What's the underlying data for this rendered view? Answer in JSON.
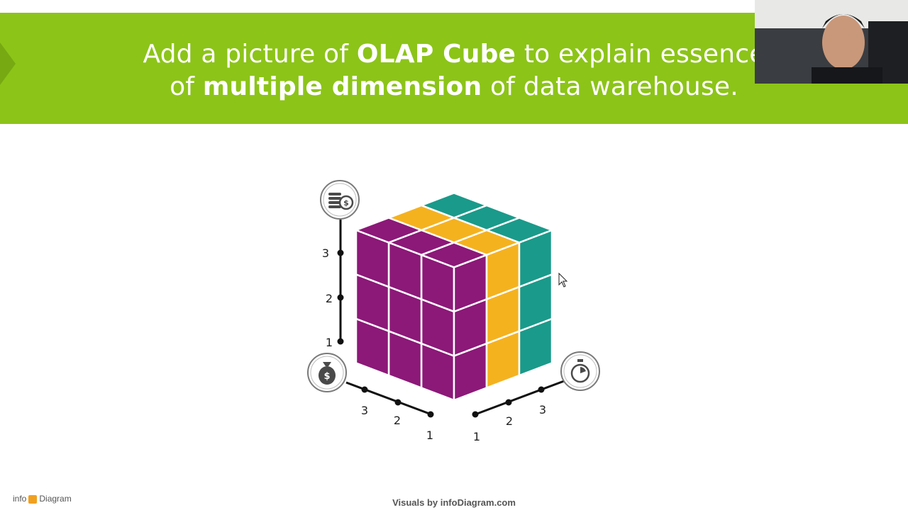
{
  "slide": {
    "title_parts": [
      {
        "text": "Add a picture of ",
        "bold": false
      },
      {
        "text": "OLAP Cube",
        "bold": true
      },
      {
        "text": " to explain essence",
        "bold": false
      },
      {
        "text": "of ",
        "bold": false
      },
      {
        "text": "multiple dimension",
        "bold": true
      },
      {
        "text": " of data warehouse.",
        "bold": false
      }
    ],
    "colors": {
      "banner": "#8cc418",
      "purple": "#8c1878",
      "yellow": "#f5b21f",
      "teal": "#1a9a8a"
    }
  },
  "cube": {
    "vertical_axis": {
      "labels": [
        "3",
        "2",
        "1"
      ],
      "icon": "coins-dollar-icon"
    },
    "left_axis": {
      "labels": [
        "3",
        "2",
        "1"
      ],
      "icon": "money-bag-icon"
    },
    "right_axis": {
      "labels": [
        "1",
        "2",
        "3"
      ],
      "icon": "stopwatch-icon"
    }
  },
  "footer": {
    "brand_left": "info",
    "brand_right": "Diagram",
    "credit": "Visuals by infoDiagram.com"
  }
}
